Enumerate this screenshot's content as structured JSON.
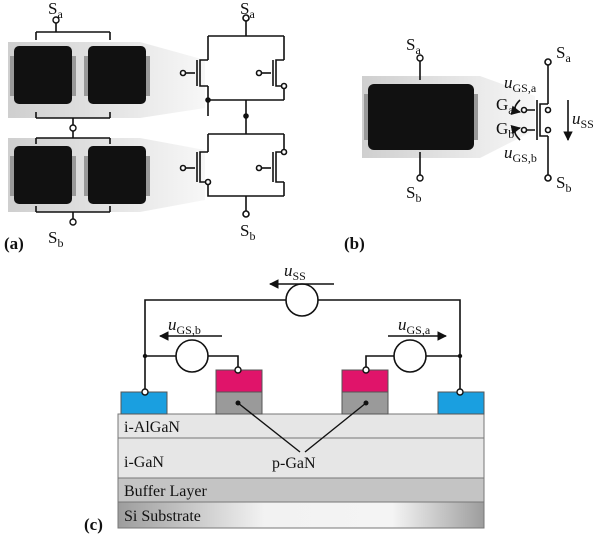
{
  "labels": {
    "panel_a": "(a)",
    "panel_b": "(b)",
    "panel_c": "(c)"
  },
  "terminals": {
    "s": "S",
    "g": "G",
    "u": "u",
    "sub_a": "a",
    "sub_b": "b",
    "sub_gs_a": "GS,a",
    "sub_gs_b": "GS,b",
    "sub_ss": "SS"
  },
  "layers": {
    "algan": "i-AlGaN",
    "gan": "i-GaN",
    "buffer": "Buffer Layer",
    "substrate": "Si Substrate",
    "pgan": "p-GaN"
  },
  "colors": {
    "source_contact": "#1a9fe0",
    "gate_metal": "#e0146a",
    "pgan": "#9a9a9a",
    "layer_light": "#e6e6e6",
    "layer_dark": "#b9b9b9",
    "package": "#111111",
    "pcb_shadow": "#d9d9d9"
  }
}
